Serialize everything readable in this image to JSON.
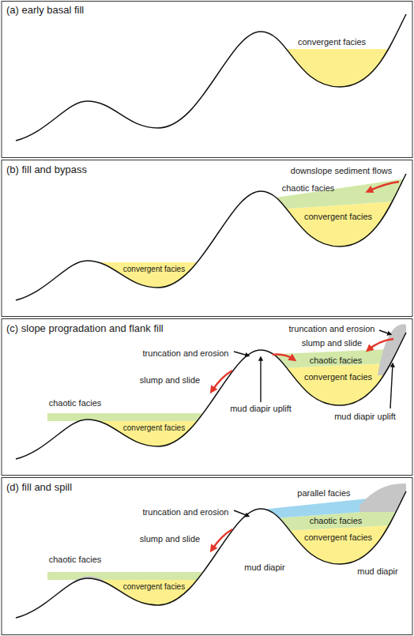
{
  "diagram": {
    "labels": [
      "(a) early basal fill",
      "convergent facies",
      "(b) fill and bypass",
      "downslope sediment flows",
      "chaotic facies",
      "convergent facies",
      "convergent facies",
      "(c) slope progradation and flank fill",
      "truncation and erosion",
      "truncation and erosion",
      "slump and slide",
      "chaotic facies",
      "slump and slide",
      "mud diapir uplift",
      "mud diapir uplift",
      "convergent facies",
      "chaotic facies",
      "convergent facies",
      "(d) fill and spill",
      "parallel facies",
      "chaotic facies",
      "mud diapir",
      "truncation and erosion",
      "slump and slide",
      "mud diapir",
      "convergent facies",
      "chaotic facies",
      "convergent facies"
    ]
  }
}
